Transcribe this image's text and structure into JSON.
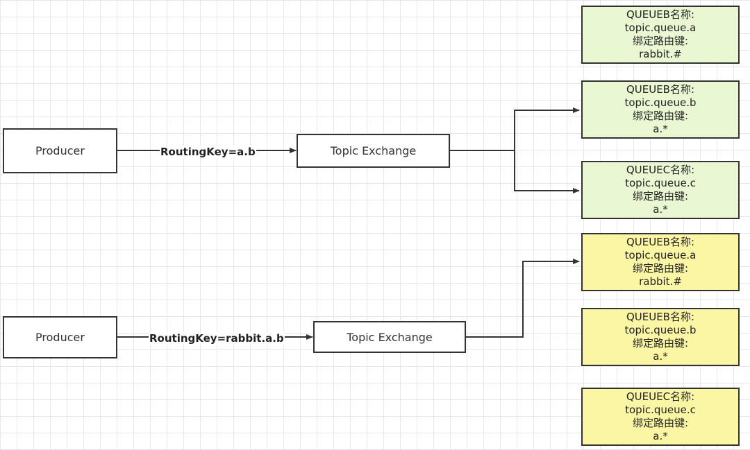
{
  "diagram_top": {
    "producer": "Producer",
    "routing_key": "RoutingKey=a.b",
    "exchange": "Topic Exchange",
    "queues": [
      {
        "line1": "QUEUEB名称:",
        "line2": "topic.queue.a",
        "line3": "绑定路由键:",
        "line4": "rabbit.#"
      },
      {
        "line1": "QUEUEB名称:",
        "line2": "topic.queue.b",
        "line3": "绑定路由键:",
        "line4": "a.*"
      },
      {
        "line1": "QUEUEC名称:",
        "line2": "topic.queue.c",
        "line3": "绑定路由键:",
        "line4": "a.*"
      }
    ]
  },
  "diagram_bottom": {
    "producer": "Producer",
    "routing_key": "RoutingKey=rabbit.a.b",
    "exchange": "Topic Exchange",
    "queues": [
      {
        "line1": "QUEUEB名称:",
        "line2": "topic.queue.a",
        "line3": "绑定路由键:",
        "line4": "rabbit.#"
      },
      {
        "line1": "QUEUEB名称:",
        "line2": "topic.queue.b",
        "line3": "绑定路由键:",
        "line4": "a.*"
      },
      {
        "line1": "QUEUEC名称:",
        "line2": "topic.queue.c",
        "line3": "绑定路由键:",
        "line4": "a.*"
      }
    ]
  },
  "colors": {
    "queue_top_fill": "#e9f7d2",
    "queue_bottom_fill": "#fbf6a4",
    "stroke": "#333333"
  }
}
